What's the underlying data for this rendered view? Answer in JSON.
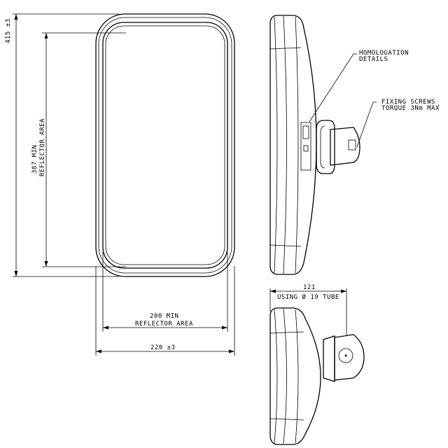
{
  "front_view": {
    "overall_height": "415 ±3",
    "reflector_height_value": "387 MIN",
    "reflector_height_label": "REFLECTOR AREA",
    "reflector_width_value": "200 MIN",
    "reflector_width_label": "REFLECTOR AREA",
    "overall_width": "220 ±3"
  },
  "side_view": {
    "homologation_line1": "HOMOLOGATION",
    "homologation_line2": "DETAILS",
    "screws_line1": "FIXING SCREWS",
    "screws_line2": "TORQUE 3Nm MAX"
  },
  "bottom_view": {
    "depth": "121",
    "tube_note": "USING Ø 19 TUBE"
  }
}
